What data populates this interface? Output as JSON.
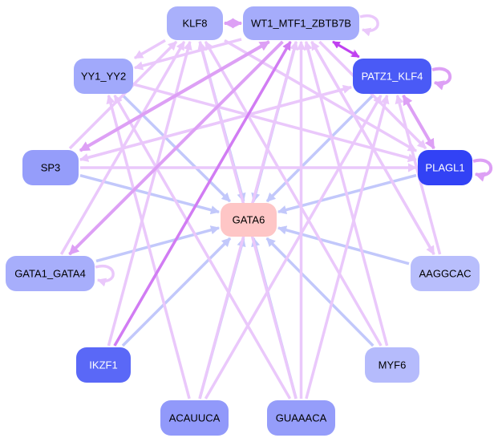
{
  "title": "GATA6 regulatory network",
  "colors": {
    "edge_light_pink": "#eac8fb",
    "edge_pink": "#dda0f5",
    "edge_strong_pink": "#d17cf3",
    "edge_magenta": "#c040f0",
    "edge_blue": "#c2c8fb",
    "edge_blue2": "#b4bdf9"
  },
  "nodes": [
    {
      "id": "KLF8",
      "label": "KLF8",
      "fill": "#a9b0fb",
      "text": "#000000"
    },
    {
      "id": "WT1",
      "label": "WT1_MTF1_ZBTB7B",
      "fill": "#a5acfb",
      "text": "#000000"
    },
    {
      "id": "YY1",
      "label": "YY1_YY2",
      "fill": "#a1a9fb",
      "text": "#000000"
    },
    {
      "id": "PATZ1",
      "label": "PATZ1_KLF4",
      "fill": "#4a5af6",
      "text": "#ffffff"
    },
    {
      "id": "SP3",
      "label": "SP3",
      "fill": "#959dfa",
      "text": "#000000"
    },
    {
      "id": "PLAGL1",
      "label": "PLAGL1",
      "fill": "#3242f5",
      "text": "#ffffff"
    },
    {
      "id": "GATA6",
      "label": "GATA6",
      "fill": "#fec6c6",
      "text": "#000000"
    },
    {
      "id": "GATA1",
      "label": "GATA1_GATA4",
      "fill": "#a7aefb",
      "text": "#000000"
    },
    {
      "id": "AAGGCAC",
      "label": "AAGGCAC",
      "fill": "#b8befc",
      "text": "#000000"
    },
    {
      "id": "IKZF1",
      "label": "IKZF1",
      "fill": "#5a68f7",
      "text": "#ffffff"
    },
    {
      "id": "MYF6",
      "label": "MYF6",
      "fill": "#b5bbfc",
      "text": "#000000"
    },
    {
      "id": "ACAUUCA",
      "label": "ACAUUCA",
      "fill": "#9199fa",
      "text": "#000000"
    },
    {
      "id": "GUAAACA",
      "label": "GUAAACA",
      "fill": "#959dfa",
      "text": "#000000"
    }
  ],
  "edges": [
    {
      "from": "WT1",
      "to": "GATA6",
      "type": "blue"
    },
    {
      "from": "KLF8",
      "to": "GATA6",
      "type": "blue"
    },
    {
      "from": "YY1",
      "to": "GATA6",
      "type": "blue"
    },
    {
      "from": "SP3",
      "to": "GATA6",
      "type": "blue"
    },
    {
      "from": "GATA1",
      "to": "GATA6",
      "type": "blue"
    },
    {
      "from": "IKZF1",
      "to": "GATA6",
      "type": "blue"
    },
    {
      "from": "ACAUUCA",
      "to": "GATA6",
      "type": "blue"
    },
    {
      "from": "GUAAACA",
      "to": "GATA6",
      "type": "blue"
    },
    {
      "from": "MYF6",
      "to": "GATA6",
      "type": "blue"
    },
    {
      "from": "AAGGCAC",
      "to": "GATA6",
      "type": "blue"
    },
    {
      "from": "PLAGL1",
      "to": "GATA6",
      "type": "blue"
    },
    {
      "from": "PATZ1",
      "to": "GATA6",
      "type": "blue"
    },
    {
      "from": "KLF8",
      "to": "WT1",
      "type": "pink",
      "bidirectional": true
    },
    {
      "from": "PATZ1",
      "to": "WT1",
      "type": "magenta",
      "bidirectional": true
    },
    {
      "from": "IKZF1",
      "to": "WT1",
      "type": "strong"
    },
    {
      "from": "SP3",
      "to": "WT1",
      "type": "pink"
    },
    {
      "from": "WT1",
      "to": "SP3",
      "type": "pink"
    },
    {
      "from": "WT1",
      "to": "YY1",
      "type": "light"
    },
    {
      "from": "WT1",
      "to": "GATA1",
      "type": "pink"
    },
    {
      "from": "WT1",
      "to": "PATZ1",
      "type": "light"
    },
    {
      "from": "WT1",
      "to": "PLAGL1",
      "type": "light"
    },
    {
      "from": "ACAUUCA",
      "to": "WT1",
      "type": "light"
    },
    {
      "from": "GUAAACA",
      "to": "WT1",
      "type": "light"
    },
    {
      "from": "MYF6",
      "to": "WT1",
      "type": "light"
    },
    {
      "from": "AAGGCAC",
      "to": "WT1",
      "type": "light"
    },
    {
      "from": "GATA1",
      "to": "KLF8",
      "type": "light"
    },
    {
      "from": "SP3",
      "to": "KLF8",
      "type": "light"
    },
    {
      "from": "IKZF1",
      "to": "KLF8",
      "type": "light"
    },
    {
      "from": "GUAAACA",
      "to": "KLF8",
      "type": "light"
    },
    {
      "from": "KLF8",
      "to": "YY1",
      "type": "light"
    },
    {
      "from": "KLF8",
      "to": "PLAGL1",
      "type": "light"
    },
    {
      "from": "ACAUUCA",
      "to": "YY1",
      "type": "light"
    },
    {
      "from": "GUAAACA",
      "to": "YY1",
      "type": "light"
    },
    {
      "from": "SP3",
      "to": "PATZ1",
      "type": "light"
    },
    {
      "from": "SP3",
      "to": "PLAGL1",
      "type": "light"
    },
    {
      "from": "PATZ1",
      "to": "SP3",
      "type": "light"
    },
    {
      "from": "PATZ1",
      "to": "PLAGL1",
      "type": "pink",
      "bidirectional": true
    },
    {
      "from": "GUAAACA",
      "to": "PATZ1",
      "type": "light"
    },
    {
      "from": "ACAUUCA",
      "to": "PATZ1",
      "type": "light"
    },
    {
      "from": "AAGGCAC",
      "to": "PATZ1",
      "type": "light"
    },
    {
      "from": "YY1",
      "to": "PLAGL1",
      "type": "light"
    },
    {
      "from": "WT1",
      "to": "AAGGCAC",
      "type": "light"
    },
    {
      "from": "MYF6",
      "to": "KLF8",
      "type": "light"
    }
  ],
  "self_loops": [
    {
      "node": "WT1",
      "type": "light"
    },
    {
      "node": "PATZ1",
      "type": "pink"
    },
    {
      "node": "PLAGL1",
      "type": "pink"
    },
    {
      "node": "GATA1",
      "type": "light"
    }
  ]
}
